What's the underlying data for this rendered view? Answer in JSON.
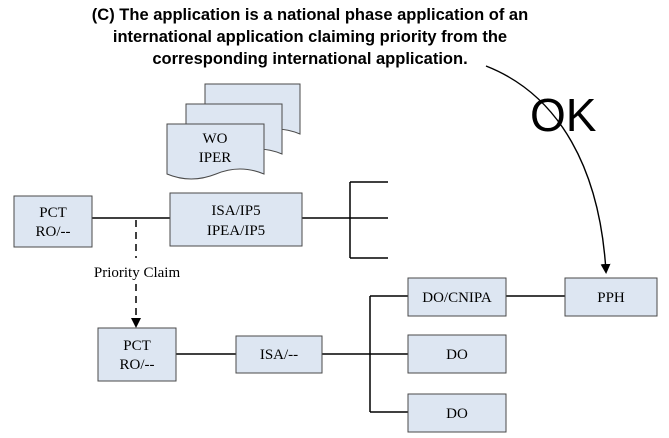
{
  "caption": {
    "line1": "(C) The application is a national phase application of an",
    "line2": "international application claiming priority from the",
    "line3": "corresponding international application."
  },
  "ok_label": "OK",
  "documents": {
    "line1": "WO",
    "line2": "IPER"
  },
  "boxes": {
    "pct_top": {
      "line1": "PCT",
      "line2": "RO/--"
    },
    "isa_ip5": {
      "line1": "ISA/IP5",
      "line2": "IPEA/IP5"
    },
    "pct_bottom": {
      "line1": "PCT",
      "line2": "RO/--"
    },
    "isa_bottom": {
      "line1": "ISA/--"
    },
    "do_cnipa": {
      "line1": "DO/CNIPA"
    },
    "do_1": {
      "line1": "DO"
    },
    "do_2": {
      "line1": "DO"
    },
    "pph": {
      "line1": "PPH"
    }
  },
  "priority_claim_label": "Priority Claim",
  "colors": {
    "box_fill": "#dde6f2",
    "box_stroke": "#4a4a4a",
    "line": "#000000"
  }
}
